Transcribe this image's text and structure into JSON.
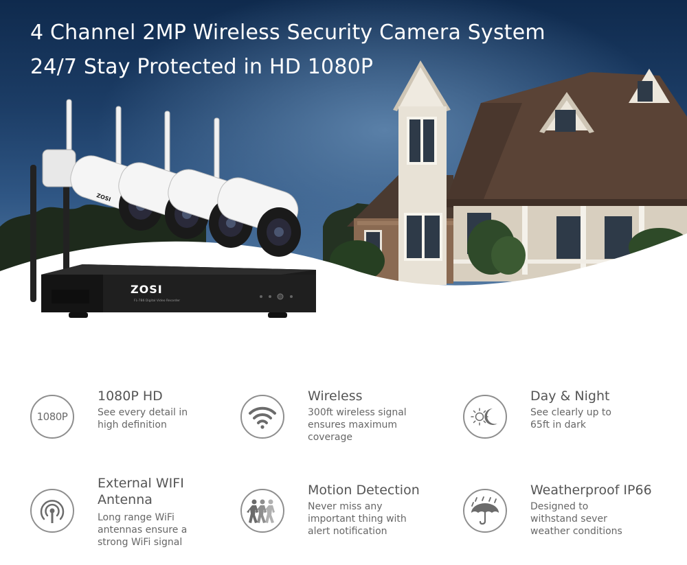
{
  "hero": {
    "headline_line1": "4 Channel 2MP Wireless Security Camera System",
    "headline_line2": "24/7 Stay Protected in HD 1080P",
    "brand_camera": "ZOSI",
    "brand_nvr": "ZOSI",
    "nvr_subtitle": "FL-7B6 Digital Video Recorder"
  },
  "features": [
    {
      "icon": "1080p-badge-icon",
      "badge": "1080P",
      "title": "1080P HD",
      "desc": [
        "See every detail in",
        "high definition"
      ]
    },
    {
      "icon": "wifi-icon",
      "title": "Wireless",
      "desc": [
        "300ft wireless signal",
        "ensures maximum",
        "coverage"
      ]
    },
    {
      "icon": "day-night-icon",
      "title": "Day & Night",
      "desc": [
        "See clearly up to",
        "65ft in dark"
      ]
    },
    {
      "icon": "antenna-signal-icon",
      "title_lines": [
        "External WIFI",
        "Antenna"
      ],
      "desc": [
        "Long range WiFi",
        "antennas ensure a",
        "strong WiFi signal"
      ]
    },
    {
      "icon": "motion-people-icon",
      "title": "Motion Detection",
      "desc": [
        "Never miss any",
        "important thing with",
        "alert notification"
      ]
    },
    {
      "icon": "umbrella-rain-icon",
      "title": "Weatherproof IP66",
      "desc": [
        "Designed to",
        "withstand sever",
        "weather conditions"
      ]
    }
  ]
}
